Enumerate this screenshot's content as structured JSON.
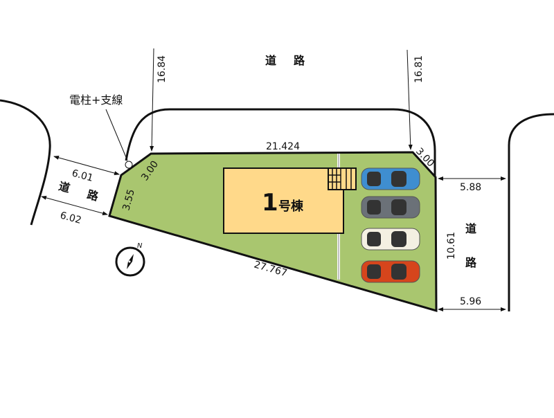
{
  "road_labels": {
    "top": [
      "道",
      "路"
    ],
    "left": [
      "道",
      "路"
    ],
    "right": [
      "道",
      "路"
    ]
  },
  "utility_pole_label": "電柱+支線",
  "building": {
    "number": "1",
    "suffix": "号棟"
  },
  "dimensions": {
    "top_left_offset": "16.84",
    "top_right_offset": "16.81",
    "top_edge": "21.424",
    "left_chamfer": "3.00",
    "left_edge": "3.55",
    "bottom_edge": "27.767",
    "right_chamfer": "3.00",
    "right_edge": "10.61",
    "left_road_width_top": "6.01",
    "left_road_width_bottom": "6.02",
    "right_road_width_top": "5.88",
    "right_road_width_bottom": "5.96"
  },
  "compass_label": "N",
  "cars": [
    {
      "color": "#3f8ed0"
    },
    {
      "color": "#6b7178"
    },
    {
      "color": "#f4f0e2"
    },
    {
      "color": "#d6451c"
    }
  ],
  "colors": {
    "lot": "#a9c66f",
    "building": "#ffd98a"
  }
}
